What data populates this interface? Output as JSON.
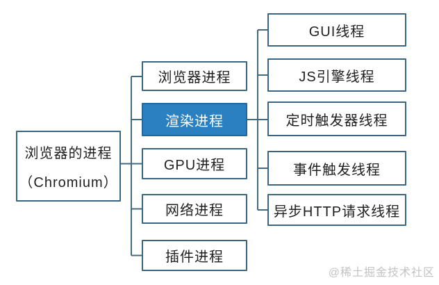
{
  "diagram": {
    "root": {
      "line1": "浏览器的进程",
      "line2": "（Chromium）"
    },
    "processes": [
      {
        "label": "浏览器进程",
        "highlighted": false
      },
      {
        "label": "渲染进程",
        "highlighted": true
      },
      {
        "label": "GPU进程",
        "highlighted": false
      },
      {
        "label": "网络进程",
        "highlighted": false
      },
      {
        "label": "插件进程",
        "highlighted": false
      }
    ],
    "threads": [
      {
        "label": "GUI线程"
      },
      {
        "label": "JS引擎线程"
      },
      {
        "label": "定时触发器线程"
      },
      {
        "label": "事件触发线程"
      },
      {
        "label": "异步HTTP请求线程"
      }
    ],
    "colors": {
      "box_border": "#3a6480",
      "line_color": "#44687e",
      "text_color": "#1f1f1f",
      "highlight_fill": "#2a80c1",
      "highlight_border": "#1e689e",
      "highlight_text": "#ffffff",
      "watermark_color": "#c3c3c3",
      "background": "#ffffff"
    }
  },
  "watermark": {
    "text": "@稀土掘金技术社区"
  }
}
